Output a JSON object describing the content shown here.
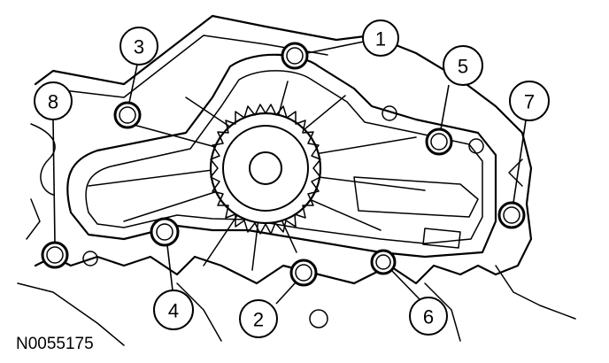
{
  "diagram": {
    "reference_code": "N0055175",
    "callouts": [
      {
        "id": "1",
        "label": "1"
      },
      {
        "id": "2",
        "label": "2"
      },
      {
        "id": "3",
        "label": "3"
      },
      {
        "id": "4",
        "label": "4"
      },
      {
        "id": "5",
        "label": "5"
      },
      {
        "id": "6",
        "label": "6"
      },
      {
        "id": "7",
        "label": "7"
      },
      {
        "id": "8",
        "label": "8"
      }
    ],
    "colors": {
      "ink": "#000000",
      "paper": "#ffffff"
    }
  }
}
